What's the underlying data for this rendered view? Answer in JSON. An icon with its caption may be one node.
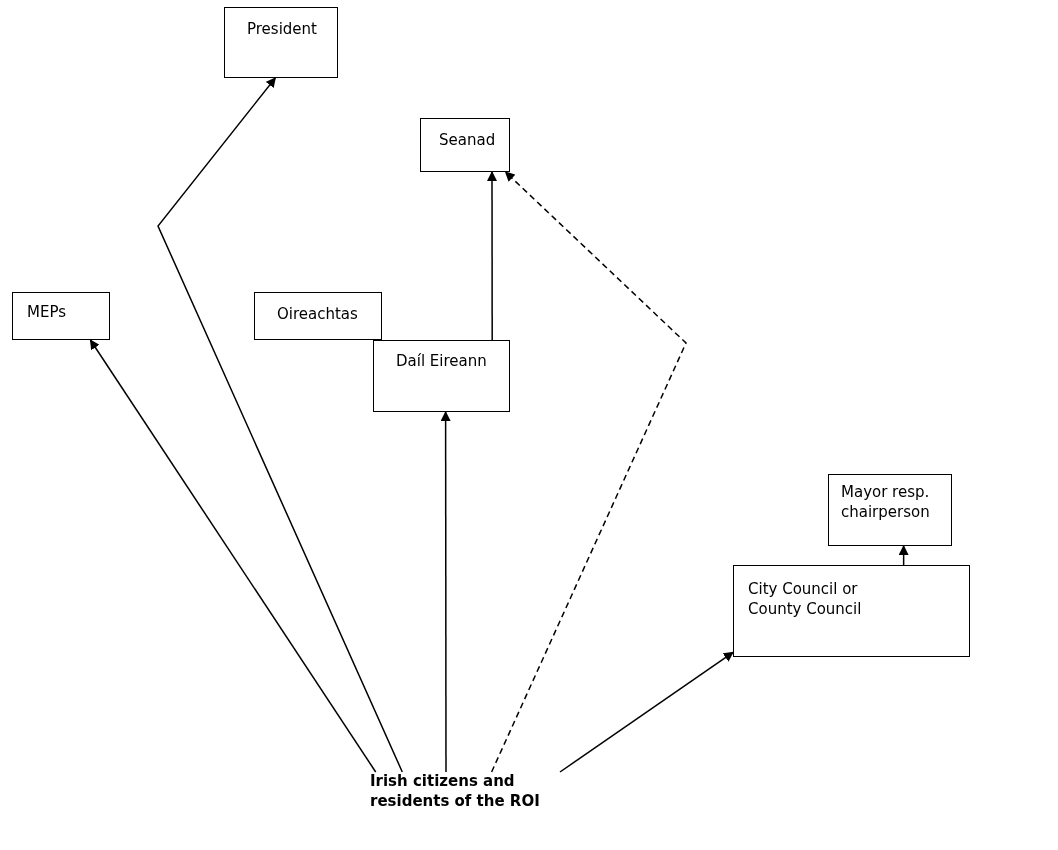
{
  "diagram": {
    "nodes": [
      {
        "text": [
          "President"
        ]
      },
      {
        "text": [
          "Seanad"
        ]
      },
      {
        "text": [
          "MEPs"
        ]
      },
      {
        "text": [
          "Oireachtas"
        ]
      },
      {
        "text": [
          "Daíl Eireann"
        ]
      },
      {
        "text": [
          "Mayor resp. chairperson"
        ]
      },
      {
        "text": [
          "City Council or County Council"
        ]
      },
      {
        "text": [
          "Irish citizens and residents of the ROI"
        ]
      }
    ],
    "edges": [
      {
        "from": 7,
        "to": 2,
        "arrow": "to"
      },
      {
        "from": 7,
        "to": 0,
        "arrow": "to"
      },
      {
        "from": 7,
        "to": 4,
        "arrow": "to"
      },
      {
        "from": 7,
        "to": 1,
        "arrow": "to",
        "style": "dashed"
      },
      {
        "from": 4,
        "to": 1,
        "arrow": "to"
      },
      {
        "from": 7,
        "to": 6,
        "arrow": "to"
      },
      {
        "from": 6,
        "to": 5,
        "arrow": "to"
      }
    ]
  }
}
